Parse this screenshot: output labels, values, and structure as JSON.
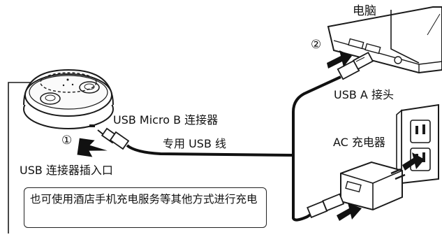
{
  "labels": {
    "computer": "电脑",
    "step2": "②",
    "usb_a": "USB A 接头",
    "micro_b": "USB Micro B 连接器",
    "step1": "①",
    "cable": "专用 USB 线",
    "charger": "AC 充电器",
    "port": "USB 连接器插入口"
  },
  "note": "也可使用酒店手机充电服务等其他方式进行充电",
  "colors": {
    "line": "#1a1a1a",
    "fill": "#ffffff",
    "arrow": "#111111"
  },
  "icons": [
    "wireless-speaker-icon",
    "laptop-icon",
    "wall-outlet-icon",
    "ac-adapter-icon",
    "usb-a-plug-icon",
    "usb-micro-b-plug-icon",
    "arrow-icon"
  ]
}
